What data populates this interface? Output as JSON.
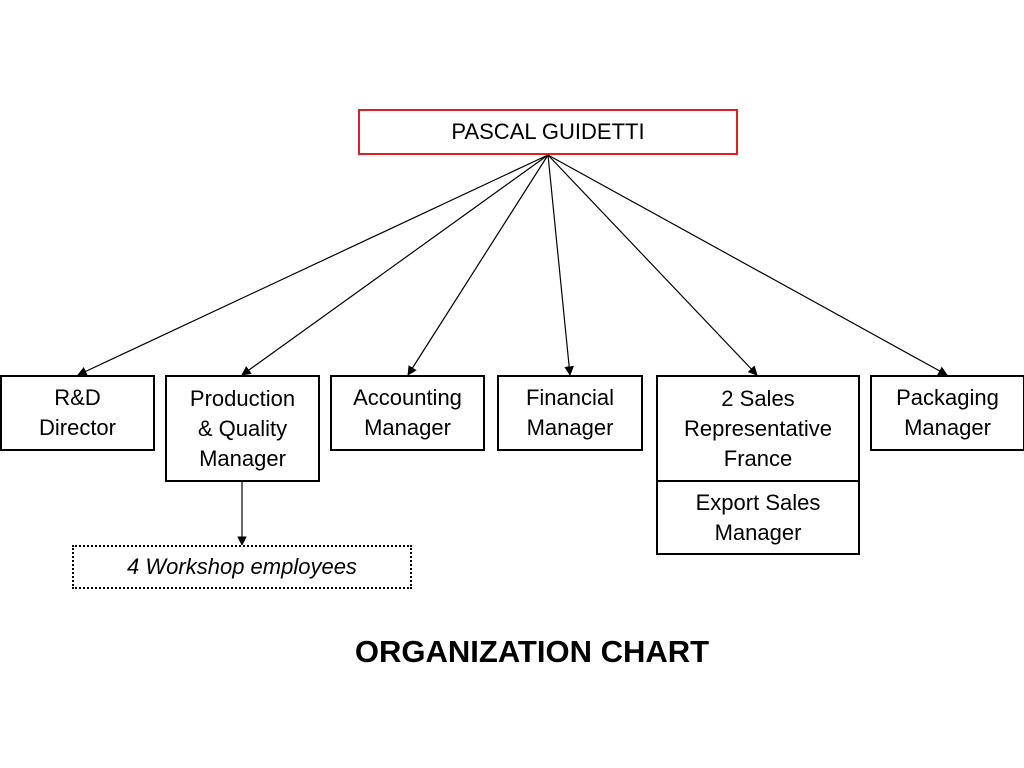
{
  "root": {
    "label": "PASCAL GUIDETTI"
  },
  "positions": [
    {
      "id": "rd",
      "label": "R&D\nDirector"
    },
    {
      "id": "prod",
      "label": "Production\n& Quality\nManager"
    },
    {
      "id": "acct",
      "label": "Accounting\nManager"
    },
    {
      "id": "fin",
      "label": "Financial\nManager"
    },
    {
      "id": "sales",
      "label": "2 Sales\nRepresentative\nFrance"
    },
    {
      "id": "export",
      "label": "Export Sales\nManager"
    },
    {
      "id": "pack",
      "label": "Packaging\nManager"
    }
  ],
  "workshop": {
    "label": "4 Workshop employees"
  },
  "title": "ORGANIZATION CHART",
  "colors": {
    "root_border": "#e02020",
    "box_border": "#000000",
    "connector": "#000000",
    "background": "#ffffff"
  }
}
